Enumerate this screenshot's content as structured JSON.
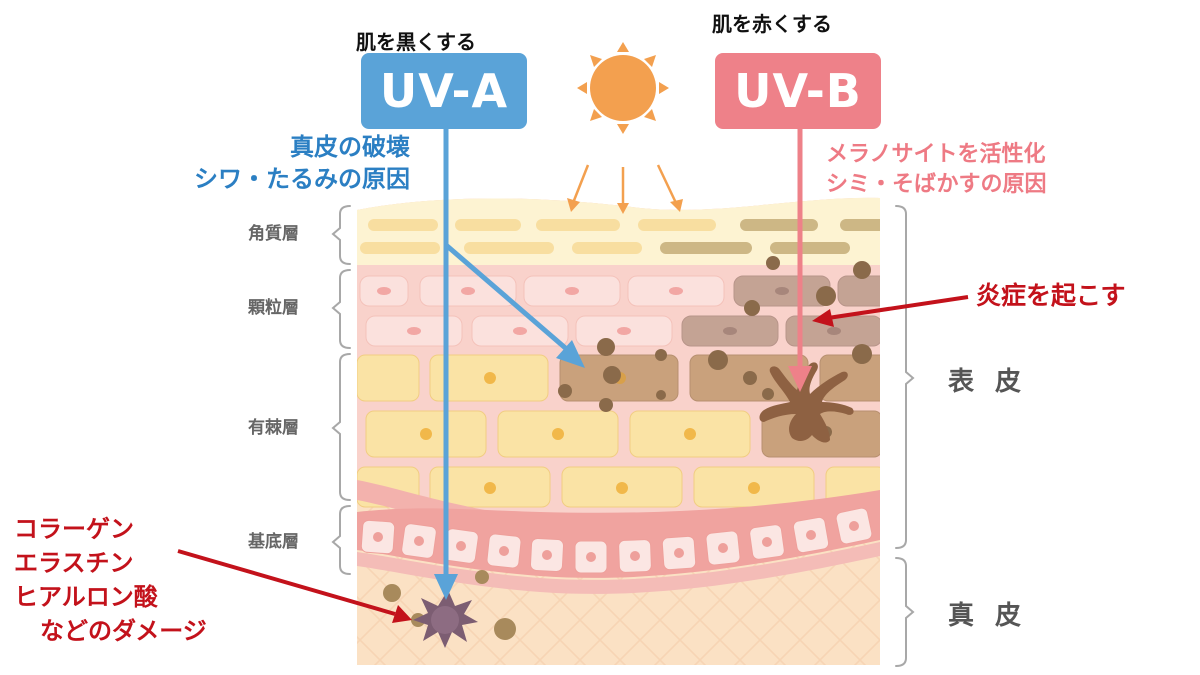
{
  "labels": {
    "uva_effect": "肌を黒くする",
    "uvb_effect": "肌を赤くする",
    "uva_box": "UV-A",
    "uvb_box": "UV-B",
    "uva_note_line1": "真皮の破壊",
    "uva_note_line2": "シワ・たるみの原因",
    "uvb_note_line1": "メラノサイトを活性化",
    "uvb_note_line2": "シミ・そばかすの原因",
    "inflammation": "炎症を起こす",
    "damage_line1": "コラーゲン",
    "damage_line2": "エラスチン",
    "damage_line3": "ヒアルロン酸",
    "damage_line4": "などのダメージ"
  },
  "layers": {
    "stratum_corneum": "角質層",
    "granular": "顆粒層",
    "spinous": "有棘層",
    "basal": "基底層",
    "epidermis": "表 皮",
    "dermis": "真 皮"
  },
  "colors": {
    "uva": "#5aa3d8",
    "uvb": "#ee8189",
    "sun": "#f3a04f",
    "red_label": "#c3121b",
    "bracket": "#a8a8a8"
  }
}
